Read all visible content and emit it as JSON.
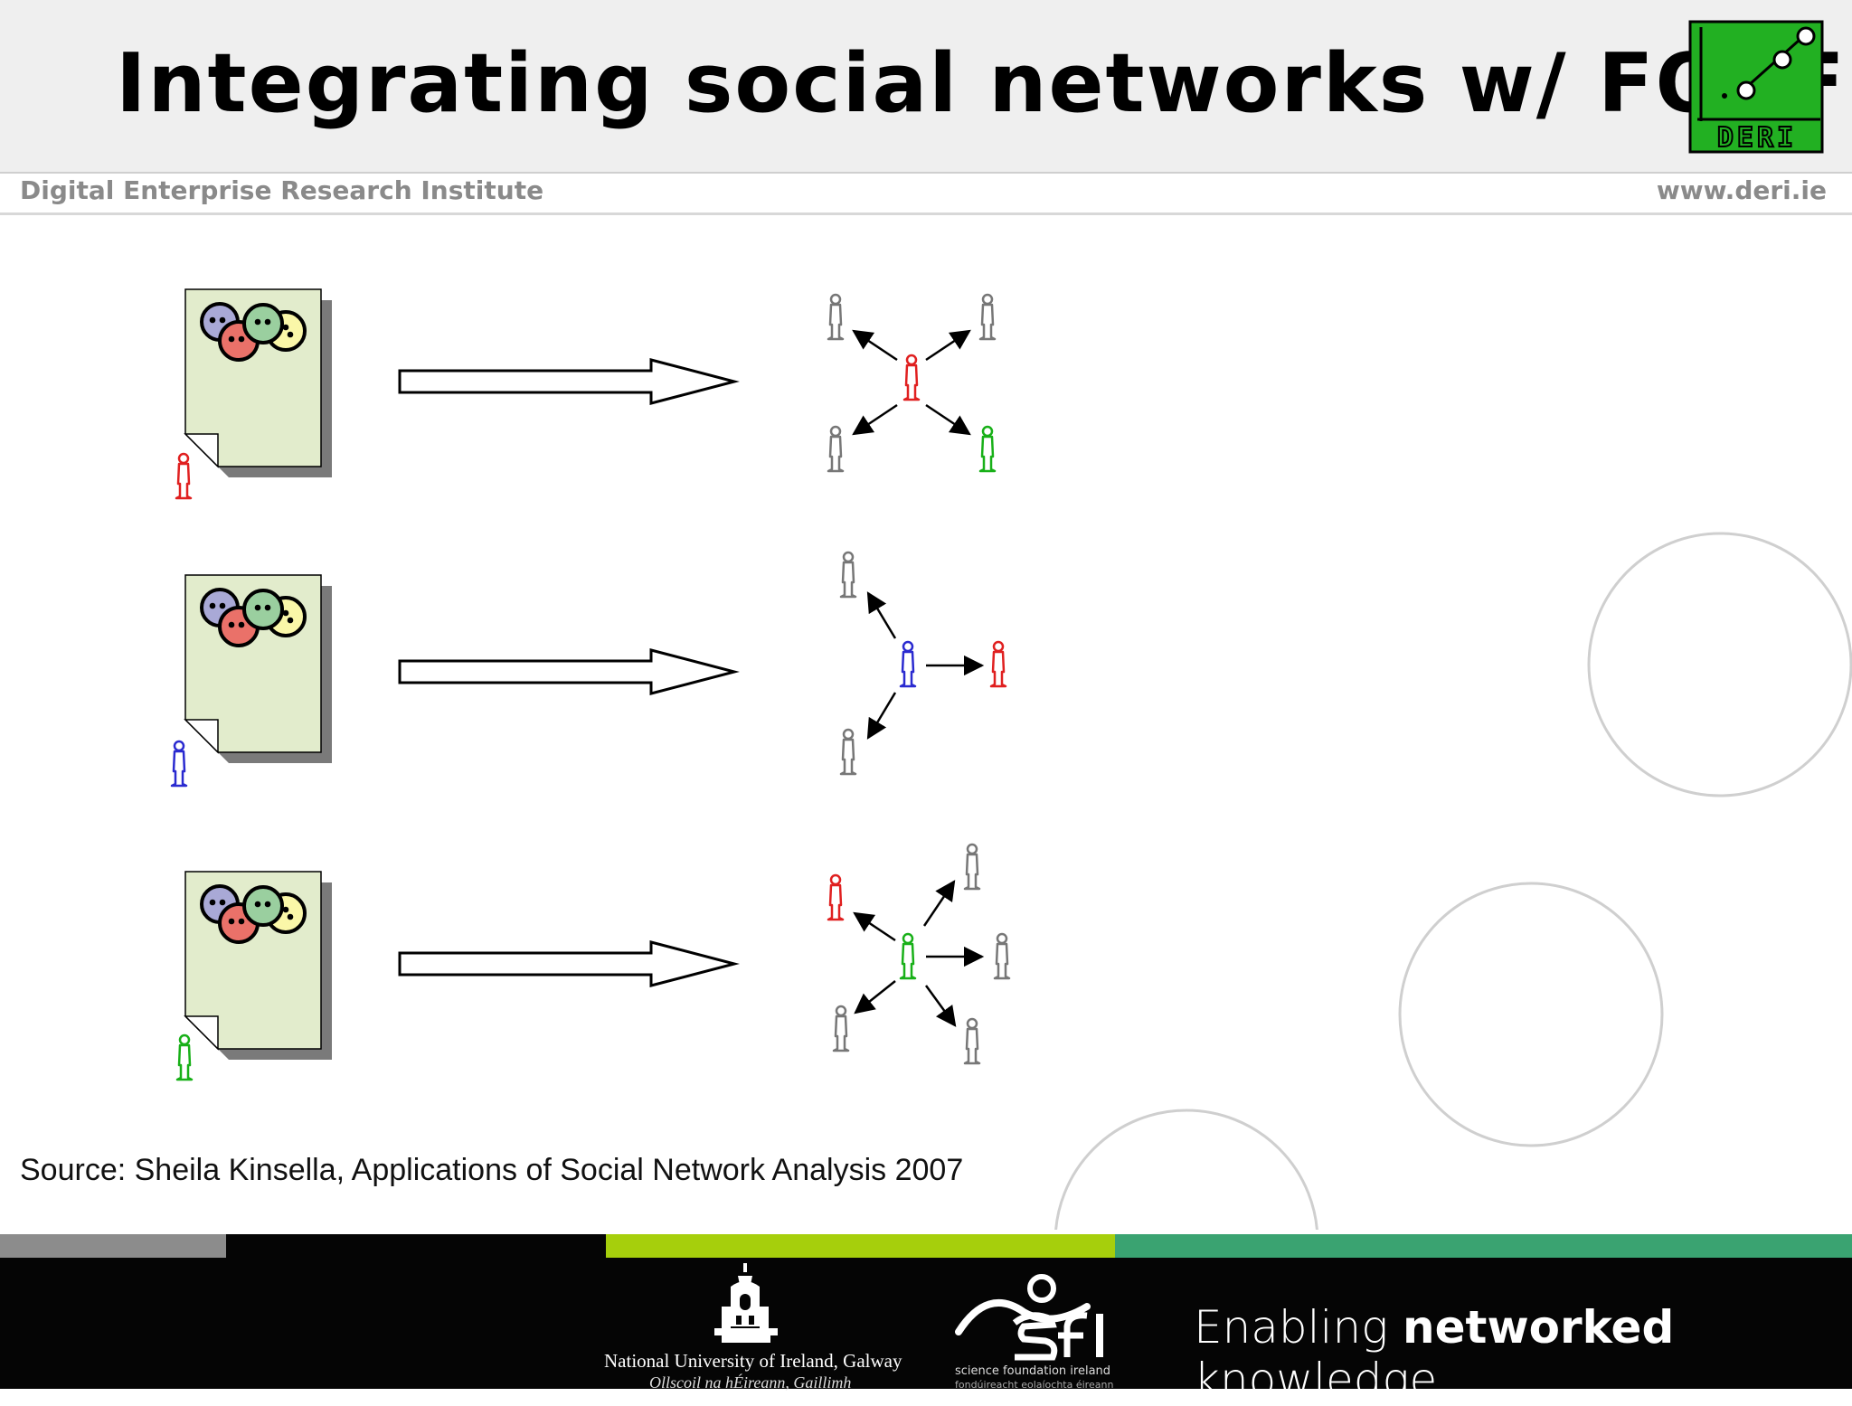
{
  "slide": {
    "title": "Integrating social networks w/ FOAF",
    "organization": "Digital Enterprise Research Institute",
    "url": "www.deri.ie",
    "source": "Source: Sheila Kinsella, Applications of Social Network Analysis 2007"
  },
  "logo": {
    "text": "DERI"
  },
  "footer": {
    "university": "National University of Ireland, Galway",
    "university_irish": "Ollscoil na hÉireann, Gaillimh",
    "sfi_sub": "science foundation ireland",
    "sfi_sub_irish": "fondúireacht eolaíochta éireann",
    "tagline_pre": "Enabling ",
    "tagline_bold": "networked",
    "tagline_post": " knowledge."
  },
  "colors": {
    "doc_fill": "#e2eccc",
    "red": "#e02020",
    "blue": "#2a2ad0",
    "green": "#18b018",
    "gray": "#777777",
    "stripe_gray": "#8c8c8c",
    "stripe_black": "#050505",
    "stripe_lime": "#a6cf0c",
    "stripe_teal": "#3aa371"
  }
}
